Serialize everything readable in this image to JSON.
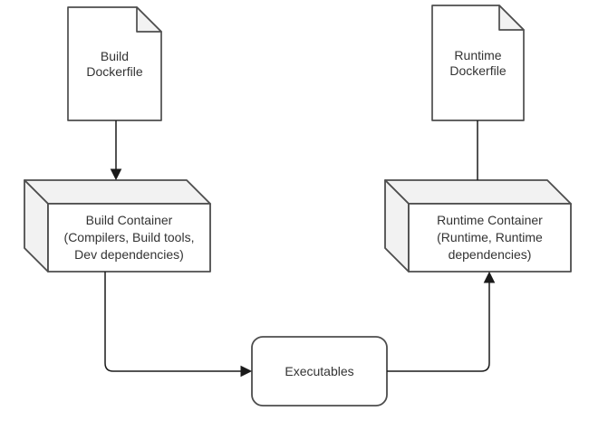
{
  "diagram": {
    "type": "flow-diagram",
    "background": "#ffffff",
    "nodes": {
      "build_dockerfile": {
        "shape": "note",
        "label": "Build\nDockerfile"
      },
      "runtime_dockerfile": {
        "shape": "note",
        "label": "Runtime\nDockerfile"
      },
      "build_container": {
        "shape": "cube",
        "label": "Build Container\n(Compilers, Build tools,\nDev dependencies)"
      },
      "runtime_container": {
        "shape": "cube",
        "label": "Runtime Container\n(Runtime, Runtime\ndependencies)"
      },
      "executables": {
        "shape": "rounded-rectangle",
        "label": "Executables"
      }
    },
    "edges": [
      {
        "from": "build_dockerfile",
        "to": "build_container",
        "arrowhead": "filled-triangle"
      },
      {
        "from": "runtime_dockerfile",
        "to": "runtime_container",
        "arrowhead": "none"
      },
      {
        "from": "build_container",
        "to": "executables",
        "arrowhead": "filled-triangle"
      },
      {
        "from": "executables",
        "to": "runtime_container",
        "arrowhead": "filled-triangle"
      }
    ],
    "colors": {
      "shape_stroke": "#4d4d4d",
      "connector_stroke": "#1a1a1a",
      "node_fill": "#ffffff",
      "shaded_face_fill": "#f2f2f2",
      "text": "#333333"
    }
  }
}
